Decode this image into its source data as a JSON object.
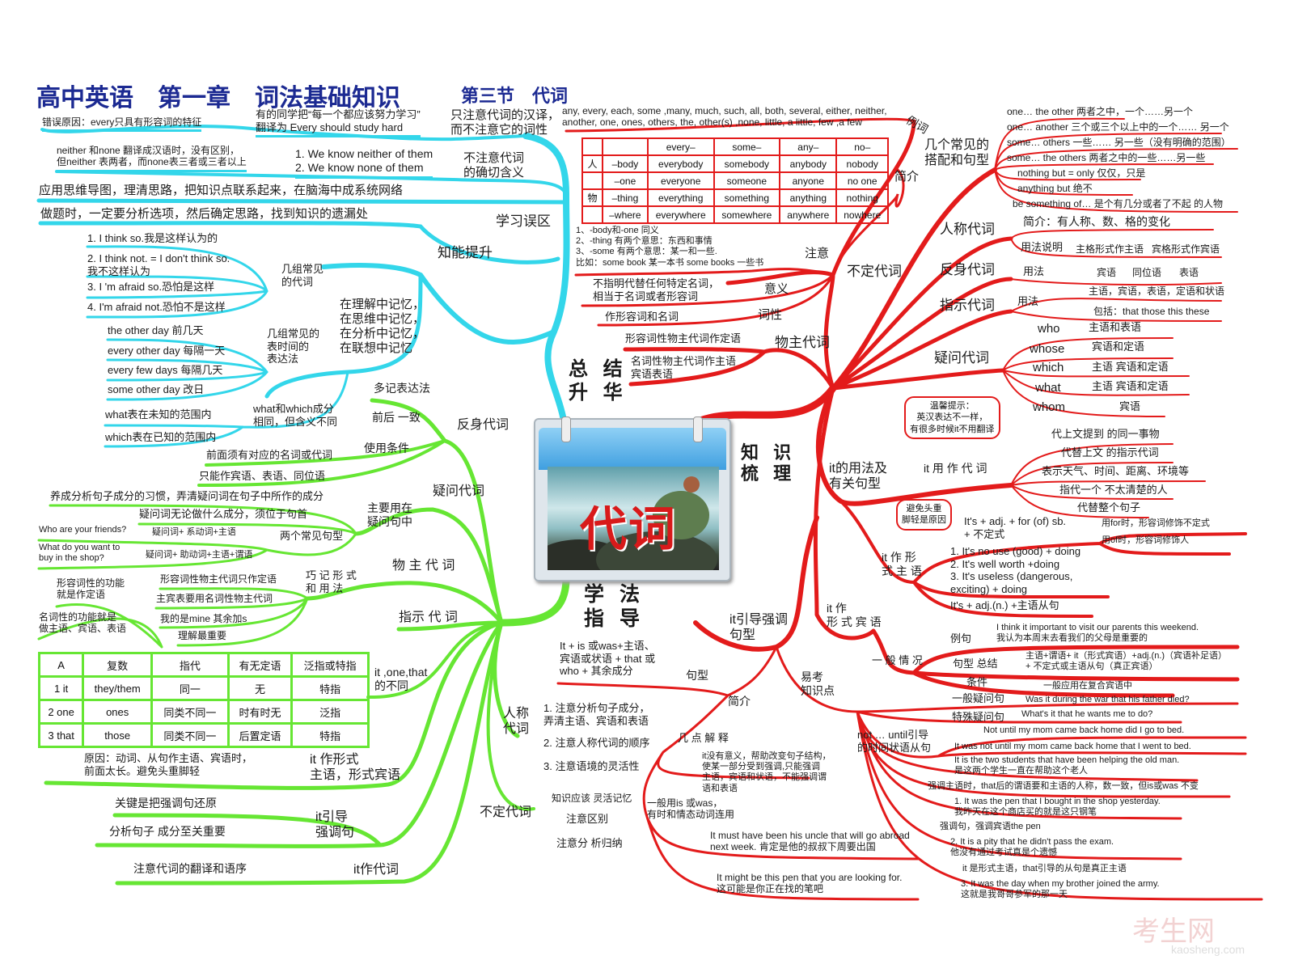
{
  "title": {
    "main": "高中英语　第一章　词法基础知识",
    "section": "第三节　代词"
  },
  "center": {
    "label": "代词",
    "summary": "总 结\n升 华",
    "knowledge": "知 识\n梳 理",
    "method": "学 法\n指 导"
  },
  "colors": {
    "summary": "#33d6ea",
    "knowledge": "#e31b1b",
    "method": "#66e633",
    "title": "#1c2a92"
  },
  "summary": {
    "items": [
      "错误原因：every只具有形容词的特征",
      "有的同学把“每一个都应该努力学习”\n 翻译为 Every should study hard",
      "只注意代词的汉译，\n而不注意它的词性",
      "neither 和none 翻译成汉语时，没有区别，\n但neither 表两者，而none表三者或三者以上",
      "1. We know neither of them\n2. We know none of them",
      "不注意代词\n的确切含义",
      "应用思维导图，理清思路，把知识点联系起来，在脑海中成系统网络",
      "做题时，一定要分析选项，然后确定思路，找到知识的遗漏处",
      "学习误区",
      "知能提升",
      "1. I think so.我是这样认为的",
      "2. I think not. = I  don't think so.\n    我不这样认为",
      "3. I 'm afraid so.恐怕是这样",
      "4. I'm afraid not.恐怕不是这样",
      "几组常见\n的代词",
      "the other day 前几天",
      "every other day 每隔一天",
      "every few days 每隔几天",
      "some other day 改日",
      "几组常见的\n表时间的\n表达法",
      "在理解中记忆，\n在思维中记忆，\n在分析中记忆，\n在联想中记忆",
      "what表在未知的范围内",
      "which表在已知的范围内",
      "what和which成分\n相同，但含义不同"
    ]
  },
  "method": {
    "items": [
      "多记表达法",
      "前后 一致",
      "使用条件",
      "反身代词",
      "前面须有对应的名词或代词",
      "只能作宾语、表语、同位语",
      "疑问代词",
      "养成分析句子成分的习惯，弄清疑问词在句子中所作的成分",
      "疑问词无论做什么成分，须位于句首",
      "主要用在\n疑问句中",
      "Who are your friends?",
      "疑问词+ 系动词+主语",
      "两个常见句型",
      "What do you want to\n buy in the shop?",
      "疑问词+ 助动词+主语+谓语",
      "物 主 代 词",
      "巧 记 形 式\n和 用 法",
      "形容词性的功能\n就是作定语",
      "形容词性物主代词只作定语",
      "主宾表要用名词性物主代词",
      "我的是mine 其余加s",
      "理解最重要",
      "名词性的功能就是\n做主语、宾语、表语",
      "指示 代 词",
      "it ,one,that\n的不同",
      "原因：动词、从句作主语、宾语时，\n前面太长。避免头重脚轻",
      "it 作形式\n主语，形式宾语",
      "关键是把强调句还原",
      "分析句子 成分至关重要",
      "it引导\n强调句",
      "注意代词的翻译和语序",
      "it作代词",
      "人称\n代词",
      "1. 注意分析句子成分，\n弄清主语、宾语和表语",
      "2. 注意人称代词的顺序",
      "3. 注意语境的灵活性",
      "不定代词",
      "知识应该 灵活记忆",
      "注意区别",
      "注意分 析归纳"
    ],
    "table": {
      "headers": [
        "A",
        "复数",
        "指代",
        "有无定语",
        "泛指或特指"
      ],
      "rows": [
        [
          "1   it",
          "they/them",
          "同一",
          "无",
          "特指"
        ],
        [
          "2  one",
          "ones",
          "同类不同一",
          "时有时无",
          "泛指"
        ],
        [
          "3  that",
          "those",
          "同类不同一",
          "后置定语",
          "特指"
        ]
      ]
    }
  },
  "knowledge": {
    "items": [
      "any, every, each, some ,many, much, such, all, both, several, either, neither,\n   another, one, ones, others, the, other(s) ,none, little, a little, few ,a few",
      "例词",
      "简介",
      "1、-body和-one 同义\n2、-thing 有两个意思：东西和事情\n3、-some 有两个意思：某一和一些.\n比如：some book 某一本书  some books 一些书",
      "注意",
      "不定代词",
      "不指明代替任何特定名词，\n相当于名词或者形容词",
      "意义",
      "作形容词和名词",
      "词性",
      "形容词性物主代词作定语",
      "名词性物主代词作主语\n宾语表语",
      "物主代词",
      "几个常见的\n搭配和句型",
      "one… the other  两者之中，一个……另一个",
      "one… another 三个或三个以上中的一个…… 另一个",
      "some…  others 一些…… 另一些（没有明确的范围）",
      "some… the others 两者之中的一些……另一些",
      "nothing but = only 仅仅，只是",
      "anything but 绝不",
      "be something of… 是个有几分或者了不起 的人物",
      "人称代词",
      "简介：有人称、数、格的变化",
      "用法说明",
      "主格形式作主语",
      "宾格形式作宾语",
      "反身代词",
      "用法",
      "宾语",
      "同位语",
      "表语",
      "指示代词",
      "用法",
      "主语，宾语，表语，定语和状语",
      "包括：that those this  these",
      "疑问代词",
      "who",
      "主语和表语",
      "whose",
      "宾语和定语",
      "which",
      "主语 宾语和定语",
      "what",
      "主语 宾语和定语",
      "whom",
      "宾语",
      "温馨提示：\n英汉表达不一样，\n有很多时候it不用翻译",
      "it的用法及\n有关句型",
      "it 用 作 代 词",
      "代上文提到 的同一事物",
      "代替上文 的指示代词",
      "表示天气、时间、距离、环境等",
      "指代一个 不太清楚的人",
      "代替整个句子",
      "避免头重\n脚轻是原因",
      "It's + adj. +  for (of) sb.\n         +  不定式",
      "用for时，形容词修饰不定式",
      "用of时，形容词修饰人",
      "it 作 形\n式 主 语",
      "1. It's no use (good) + doing\n2. It's well worth +doing\n3. It's useless (dangerous,\n    exciting) + doing",
      "It's + adj.(n.) +主语从句",
      "it 作\n形 式 宾 语",
      "例句",
      "I think it important to visit our parents this weekend.\n 我认为本周末去看我们的父母是重要的",
      "一 般 情 况",
      "句型 总结",
      "主语+谓语+ it（形式宾语）+adj.(n.)（宾语补足语）\n + 不定式或主语从句（真正宾语）",
      "条件",
      "一般应用在复合宾语中",
      "易考\n知识点",
      "一般疑问句",
      "Was it during the war that his father died?",
      "特殊疑问句",
      "What's it that he wants me to do?",
      "not …  until引导\n 的时间状语从句",
      "Not until my mom came back home did I go to bed.",
      "It was not until my mom came back home that I went to bed.",
      "It is the two students that have been helping the old man.\n是这两个学生一直在帮助这个老人",
      "强调主语时，that后的谓语要和主语的人称，数一致，但is或was 不变",
      "1. It was the pen that I bought in the shop yesterday.\n我昨天在这个商店买的就是这只钢笔",
      "强调句，强调宾语the pen",
      "2. It is a pity that he didn't pass the exam.\n他没有通过考试真是个遗憾",
      "it 是形式主语，that引导的从句是真正主语",
      "3. It was the day when my brother joined the army.\n这就是我哥哥参军的那一天",
      "it引导强调\n句型",
      "It + is 或was+主语、\n宾语或状语 + that 或\nwho + 其余成分",
      "句型",
      "简介",
      "几 点 解 释",
      "it没有意义，帮助改变句子结构，\n使某一部分受到强调,只能强调\n主语，宾语和状语，不能强调谓\n语和表语",
      "一般用is 或was，\n有时和情态动词连用",
      "It must have been his uncle that will go abroad\n  next week. 肯定是他的叔叔下周要出国",
      "It might be this pen that you are looking for.\n这可能是你正在找的笔吧"
    ],
    "table": {
      "headers": [
        "",
        "",
        "every–",
        "some–",
        "any–",
        "no–"
      ],
      "rows": [
        [
          "人",
          "–body",
          "everybody",
          "somebody",
          "anybody",
          "nobody"
        ],
        [
          "",
          "–one",
          "everyone",
          "someone",
          "anyone",
          "no one"
        ],
        [
          "物",
          "–thing",
          "everything",
          "something",
          "anything",
          "nothing"
        ],
        [
          "",
          "–where",
          "everywhere",
          "somewhere",
          "anywhere",
          "nowhere"
        ]
      ]
    }
  },
  "watermark": {
    "logo": "考生网",
    "url": "kaosheng.com"
  }
}
